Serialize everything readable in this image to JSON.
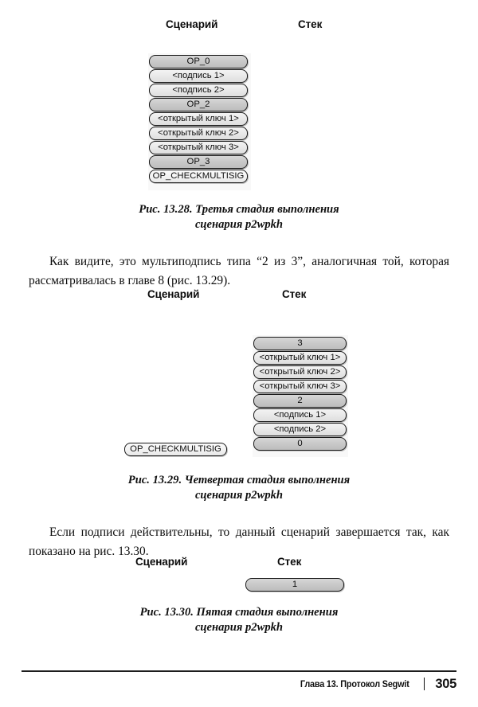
{
  "page": {
    "number": "305",
    "footer_chapter": "Глава 13. Протокол Segwit"
  },
  "headers": {
    "script": "Сценарий",
    "stack": "Стек"
  },
  "figures": [
    {
      "id": "fig-13-28",
      "script_column": [],
      "stack_column": [
        {
          "label": "OP_0",
          "fill": "gray"
        },
        {
          "label": "<подпись 1>",
          "fill": "light"
        },
        {
          "label": "<подпись 2>",
          "fill": "light"
        },
        {
          "label": "OP_2",
          "fill": "gray"
        },
        {
          "label": "<открытый ключ 1>",
          "fill": "light"
        },
        {
          "label": "<открытый ключ 2>",
          "fill": "light"
        },
        {
          "label": "<открытый ключ 3>",
          "fill": "light"
        },
        {
          "label": "OP_3",
          "fill": "gray"
        },
        {
          "label": "OP_CHECKMULTISIG",
          "fill": "white"
        }
      ],
      "caption_line1": "Рис. 13.28. Третья стадия выполнения",
      "caption_line2": "сценария p2wpkh"
    },
    {
      "id": "fig-13-29",
      "script_column": [
        {
          "label": "OP_CHECKMULTISIG",
          "fill": "white"
        }
      ],
      "stack_column": [
        {
          "label": "3",
          "fill": "gray"
        },
        {
          "label": "<открытый ключ 1>",
          "fill": "light"
        },
        {
          "label": "<открытый ключ 2>",
          "fill": "light"
        },
        {
          "label": "<открытый ключ 3>",
          "fill": "light"
        },
        {
          "label": "2",
          "fill": "gray"
        },
        {
          "label": "<подпись 1>",
          "fill": "light"
        },
        {
          "label": "<подпись 2>",
          "fill": "light"
        },
        {
          "label": "0",
          "fill": "gray"
        }
      ],
      "caption_line1": "Рис. 13.29. Четвертая стадия выполнения",
      "caption_line2": "сценария p2wpkh"
    },
    {
      "id": "fig-13-30",
      "script_column": [],
      "stack_column": [
        {
          "label": "1",
          "fill": "gray"
        }
      ],
      "caption_line1": "Рис. 13.30. Пятая стадия выполнения",
      "caption_line2": "сценария p2wpkh"
    }
  ],
  "paragraphs": [
    "Как видите, это мультиподпись типа “2 из 3”, аналогичная той, которая рассматривалась в главе 8 (рис. 13.29).",
    "Если подписи действительны, то данный сценарий завершается так, как показано на рис. 13.30."
  ]
}
